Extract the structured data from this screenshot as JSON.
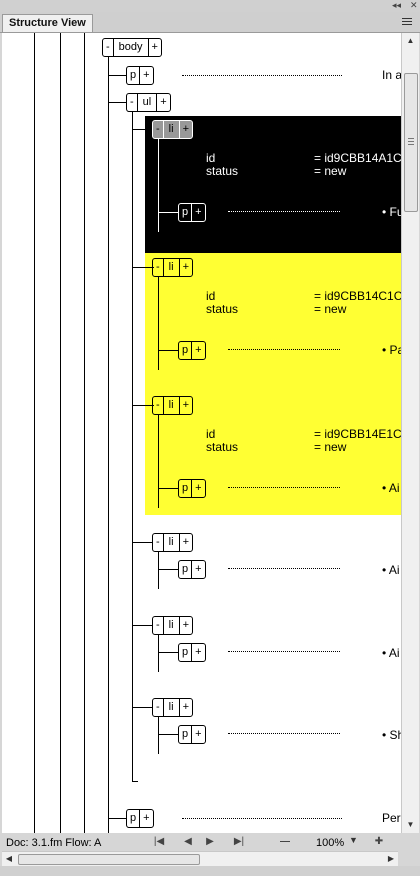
{
  "panel": {
    "tab_title": "Structure View",
    "collapse_glyph": "◂◂",
    "close_glyph": "✕"
  },
  "tree": {
    "body": {
      "name": "body",
      "collapse": "-",
      "expand": "+"
    },
    "p_intro": {
      "name": "p",
      "expand": "+",
      "text": "In a"
    },
    "ul": {
      "name": "ul",
      "collapse": "-",
      "expand": "+"
    },
    "items": [
      {
        "name": "li",
        "collapse": "-",
        "expand": "+",
        "highlight": "black",
        "attrs": [
          {
            "name": "id",
            "value": "= id9CBB14A1C"
          },
          {
            "name": "status",
            "value": "= new"
          }
        ],
        "child": {
          "name": "p",
          "expand": "+",
          "text": "• Fu"
        }
      },
      {
        "name": "li",
        "collapse": "-",
        "expand": "+",
        "highlight": "yellow",
        "attrs": [
          {
            "name": "id",
            "value": "= id9CBB14C1C"
          },
          {
            "name": "status",
            "value": "= new"
          }
        ],
        "child": {
          "name": "p",
          "expand": "+",
          "text": "• Pa"
        }
      },
      {
        "name": "li",
        "collapse": "-",
        "expand": "+",
        "highlight": "yellow",
        "attrs": [
          {
            "name": "id",
            "value": "= id9CBB14E1C"
          },
          {
            "name": "status",
            "value": "= new"
          }
        ],
        "child": {
          "name": "p",
          "expand": "+",
          "text": "• Ai"
        }
      },
      {
        "name": "li",
        "collapse": "-",
        "expand": "+",
        "child": {
          "name": "p",
          "expand": "+",
          "text": "• Ai"
        }
      },
      {
        "name": "li",
        "collapse": "-",
        "expand": "+",
        "child": {
          "name": "p",
          "expand": "+",
          "text": "• Ai"
        }
      },
      {
        "name": "li",
        "collapse": "-",
        "expand": "+",
        "child": {
          "name": "p",
          "expand": "+",
          "text": "• Sh"
        }
      }
    ],
    "p_last": {
      "name": "p",
      "expand": "+",
      "text": "Per"
    }
  },
  "status": {
    "doc_info": "Doc: 3.1.fm Flow: A",
    "zoom": "100%",
    "zoom_out": "—",
    "zoom_in": "✚"
  },
  "colors": {
    "highlight_black": "#000000",
    "highlight_yellow": "#ffff33",
    "selected_bubble": "#999999"
  }
}
